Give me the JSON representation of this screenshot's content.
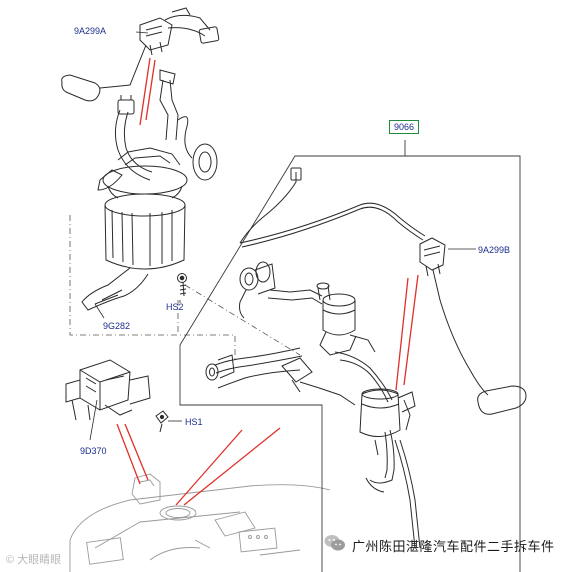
{
  "labels": {
    "p9A299A": "9A299A",
    "p9066": "9066",
    "p9A299B": "9A299B",
    "hs2": "HS2",
    "p9G282": "9G282",
    "hs1": "HS1",
    "p9D370": "9D370"
  },
  "watermark": {
    "left": "© 大眼睛眼",
    "right": "广州陈田湛隆汽车配件二手拆车件"
  },
  "colors": {
    "line": "#2b2b2b",
    "label": "#1a2e8a",
    "callout_box": "#1e8a3c",
    "red_pointer": "#e0302a"
  }
}
